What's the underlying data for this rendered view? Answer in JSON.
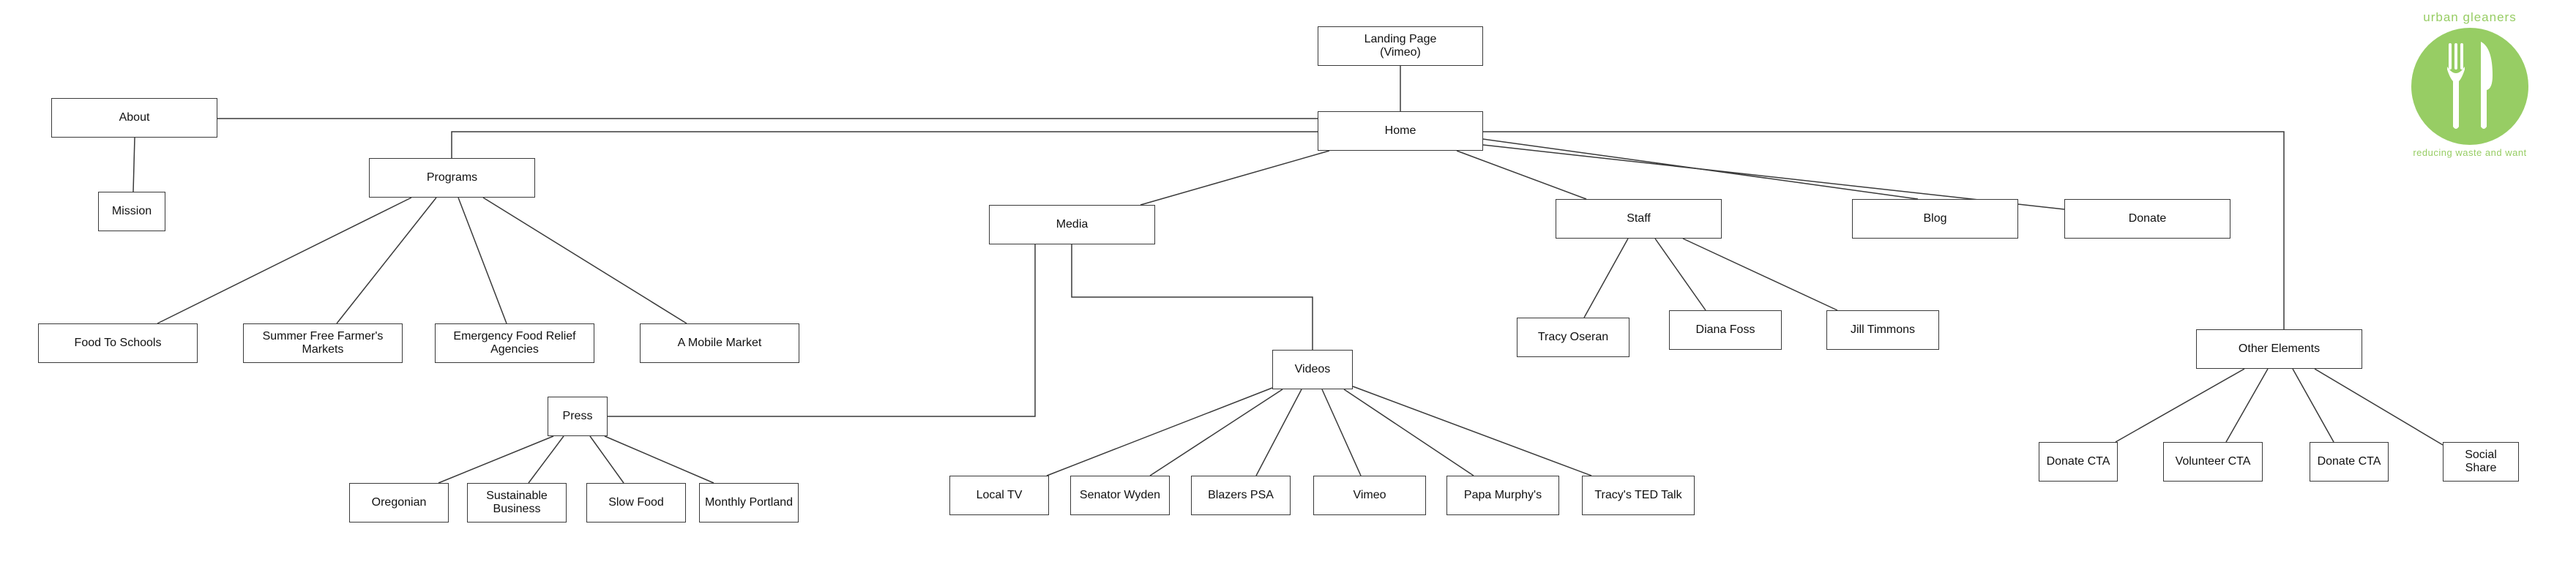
{
  "brand": {
    "name": "urban gleaners",
    "tagline": "reducing waste and want",
    "color": "#97cd64",
    "icon": "fork-and-knife-icon"
  },
  "nodes": [
    {
      "id": "landing",
      "label": "Landing Page\n(Vimeo)"
    },
    {
      "id": "home",
      "label": "Home"
    },
    {
      "id": "about",
      "label": "About"
    },
    {
      "id": "mission",
      "label": "Mission"
    },
    {
      "id": "programs",
      "label": "Programs"
    },
    {
      "id": "food-to-schools",
      "label": "Food To Schools"
    },
    {
      "id": "summer-markets",
      "label": "Summer Free Farmer's\nMarkets"
    },
    {
      "id": "emergency-relief",
      "label": "Emergency Food Relief\nAgencies"
    },
    {
      "id": "mobile-market",
      "label": "A Mobile Market"
    },
    {
      "id": "media",
      "label": "Media"
    },
    {
      "id": "press",
      "label": "Press"
    },
    {
      "id": "oregonian",
      "label": "Oregonian"
    },
    {
      "id": "sustainable-business",
      "label": "Sustainable\nBusiness"
    },
    {
      "id": "slow-food",
      "label": "Slow Food"
    },
    {
      "id": "monthly-portland",
      "label": "Monthly Portland"
    },
    {
      "id": "videos",
      "label": "Videos"
    },
    {
      "id": "local-tv",
      "label": "Local TV"
    },
    {
      "id": "senator-wyden",
      "label": "Senator Wyden"
    },
    {
      "id": "blazers-psa",
      "label": "Blazers PSA"
    },
    {
      "id": "vimeo",
      "label": "Vimeo"
    },
    {
      "id": "papa-murphys",
      "label": "Papa Murphy's"
    },
    {
      "id": "ted-talk",
      "label": "Tracy's TED Talk"
    },
    {
      "id": "staff",
      "label": "Staff"
    },
    {
      "id": "tracy-oseran",
      "label": "Tracy Oseran"
    },
    {
      "id": "diana-foss",
      "label": "Diana Foss"
    },
    {
      "id": "jill-timmons",
      "label": "Jill Timmons"
    },
    {
      "id": "blog",
      "label": "Blog"
    },
    {
      "id": "donate",
      "label": "Donate"
    },
    {
      "id": "other-elements",
      "label": "Other Elements"
    },
    {
      "id": "donate-cta-1",
      "label": "Donate CTA"
    },
    {
      "id": "volunteer-cta",
      "label": "Volunteer CTA"
    },
    {
      "id": "donate-cta-2",
      "label": "Donate CTA"
    },
    {
      "id": "social-share",
      "label": "Social Share"
    }
  ],
  "edges": [
    [
      "landing",
      "home"
    ],
    [
      "home",
      "about"
    ],
    [
      "about",
      "mission"
    ],
    [
      "home",
      "programs"
    ],
    [
      "programs",
      "food-to-schools"
    ],
    [
      "programs",
      "summer-markets"
    ],
    [
      "programs",
      "emergency-relief"
    ],
    [
      "programs",
      "mobile-market"
    ],
    [
      "home",
      "media"
    ],
    [
      "media",
      "press"
    ],
    [
      "media",
      "videos"
    ],
    [
      "press",
      "oregonian"
    ],
    [
      "press",
      "sustainable-business"
    ],
    [
      "press",
      "slow-food"
    ],
    [
      "press",
      "monthly-portland"
    ],
    [
      "videos",
      "local-tv"
    ],
    [
      "videos",
      "senator-wyden"
    ],
    [
      "videos",
      "blazers-psa"
    ],
    [
      "videos",
      "vimeo"
    ],
    [
      "videos",
      "papa-murphys"
    ],
    [
      "videos",
      "ted-talk"
    ],
    [
      "home",
      "staff"
    ],
    [
      "staff",
      "tracy-oseran"
    ],
    [
      "staff",
      "diana-foss"
    ],
    [
      "staff",
      "jill-timmons"
    ],
    [
      "home",
      "blog"
    ],
    [
      "home",
      "donate"
    ],
    [
      "home",
      "other-elements"
    ],
    [
      "other-elements",
      "donate-cta-1"
    ],
    [
      "other-elements",
      "volunteer-cta"
    ],
    [
      "other-elements",
      "donate-cta-2"
    ],
    [
      "other-elements",
      "social-share"
    ]
  ]
}
